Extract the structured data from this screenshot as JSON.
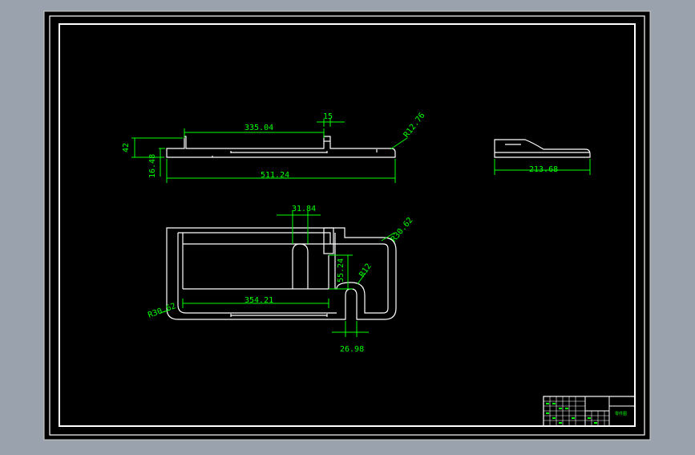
{
  "colors": {
    "background": "#9aa3ad",
    "sheet": "#000000",
    "outline": "#ffffff",
    "dimension": "#00ff00"
  },
  "dimensions": {
    "top_width": "335.04",
    "top_step": "15",
    "top_radius": "R12.76",
    "left_height": "42",
    "left_thickness": "16.48",
    "total_length": "511.24",
    "side_length": "213.68",
    "slot_width": "31.84",
    "arc_radius_large": "R30.62",
    "inner_height": "55.24",
    "inner_radius": "R12",
    "inner_length": "354.21",
    "corner_radius": "R30.62",
    "small_gap": "26.98"
  },
  "title_block": {
    "label": "零件图"
  }
}
